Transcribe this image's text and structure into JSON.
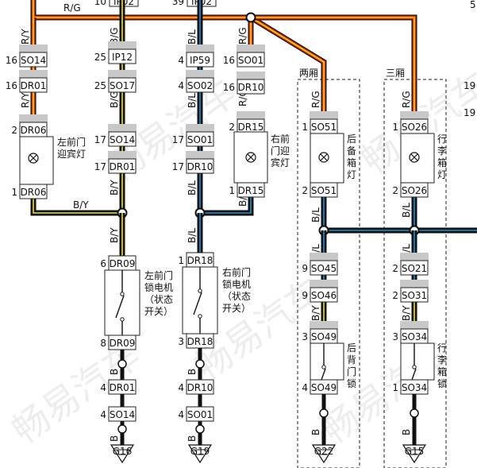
{
  "watermark": "畅易汽车",
  "zones": {
    "rear_door": "两厢",
    "trunk": "三厢"
  },
  "wires": {
    "rg": "R/G",
    "ry": "R/Y",
    "bg": "B/G",
    "bl": "B/L",
    "by": "B/Y",
    "b": "B"
  },
  "top_partial": {
    "pin_left": "10",
    "conn_left": "IP02",
    "pin_right": "39",
    "conn_right": "IP02",
    "edge_a": "5",
    "edge_b": "19",
    "edge_c": "19"
  },
  "connectors": {
    "so14": "SO14",
    "dr01": "DR01",
    "dr06": "DR06",
    "ip12": "IP12",
    "so17": "SO17",
    "ip59": "IP59",
    "so02": "SO02",
    "so01": "SO01",
    "dr10": "DR10",
    "dr15": "DR15",
    "so51": "SO51",
    "so26": "SO26",
    "dr09": "DR09",
    "dr18": "DR18",
    "so45": "SO45",
    "so46": "SO46",
    "so49": "SO49",
    "so21": "SO21",
    "so31": "SO31",
    "so34": "SO34"
  },
  "pins": {
    "p1": "1",
    "p2": "2",
    "p3": "3",
    "p4": "4",
    "p6": "6",
    "p8": "8",
    "p9": "9",
    "p16": "16",
    "p17": "17",
    "p25": "25"
  },
  "components": {
    "left_lamp": [
      "左前门",
      "迎宾灯"
    ],
    "right_lamp": [
      "右前",
      "门迎",
      "宾灯"
    ],
    "rear_lamp": [
      "后",
      "备",
      "箱",
      "灯"
    ],
    "trunk_lamp": [
      "行",
      "李",
      "箱",
      "灯"
    ],
    "left_motor": [
      "左前门",
      "锁电机",
      "（状态",
      "开关）"
    ],
    "right_motor": [
      "右前门",
      "锁电机",
      "（状态",
      "开关）"
    ],
    "rear_lock": [
      "后",
      "背",
      "门",
      "锁"
    ],
    "trunk_lock": [
      "行",
      "李",
      "箱",
      "锁"
    ]
  },
  "grounds": {
    "g16": "G16",
    "g19": "G19",
    "g22": "G22",
    "g15": "G15"
  },
  "colors": {
    "red": "#e8291b",
    "yellow": "#f2e400",
    "green": "#2a8a2a",
    "blue": "#1e8fd4",
    "black": "#111111"
  }
}
